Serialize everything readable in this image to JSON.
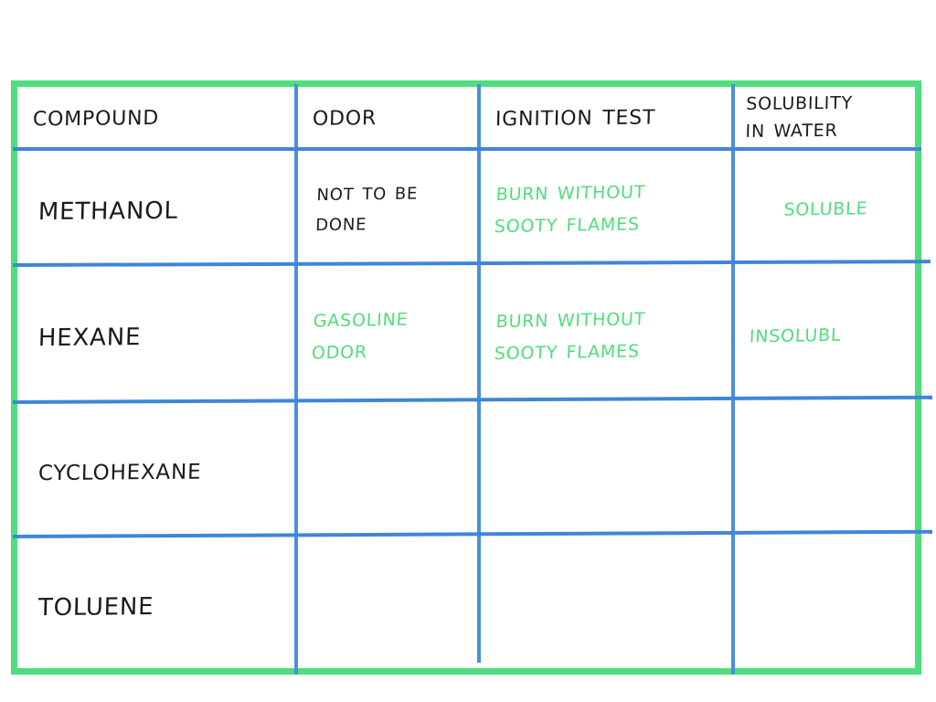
{
  "sheet": {
    "kind": "handwritten-lab-results-table",
    "ink_colors": {
      "black": "#1b1b1b",
      "green": "#51de79",
      "grid_blue": "#3f86d8",
      "border_green": "#4ede7d",
      "background": "#ffffff"
    }
  },
  "table": {
    "headers": [
      {
        "label": "Compound",
        "ink": "black"
      },
      {
        "label": "Odor",
        "ink": "black"
      },
      {
        "label": "Ignition Test",
        "ink": "black"
      },
      {
        "label": "Solubility\nin Water",
        "ink": "black"
      }
    ],
    "rows": [
      {
        "compound": "Methanol",
        "odor": "Not To Be\nDone",
        "odor_ink": "black",
        "ignition": "Burn Without\nSooty Flames",
        "ignition_ink": "green",
        "solubility": "Soluble",
        "solubility_ink": "green"
      },
      {
        "compound": "Hexane",
        "odor": "Gasoline\nOdor",
        "odor_ink": "green",
        "ignition": "Burn Without\nSooty Flames",
        "ignition_ink": "green",
        "solubility": "Insolubl",
        "solubility_ink": "green"
      },
      {
        "compound": "Cyclohexane",
        "odor": "",
        "odor_ink": "green",
        "ignition": "",
        "ignition_ink": "green",
        "solubility": "",
        "solubility_ink": "green"
      },
      {
        "compound": "Toluene",
        "odor": "",
        "odor_ink": "green",
        "ignition": "",
        "ignition_ink": "green",
        "solubility": "",
        "solubility_ink": "green"
      }
    ]
  }
}
